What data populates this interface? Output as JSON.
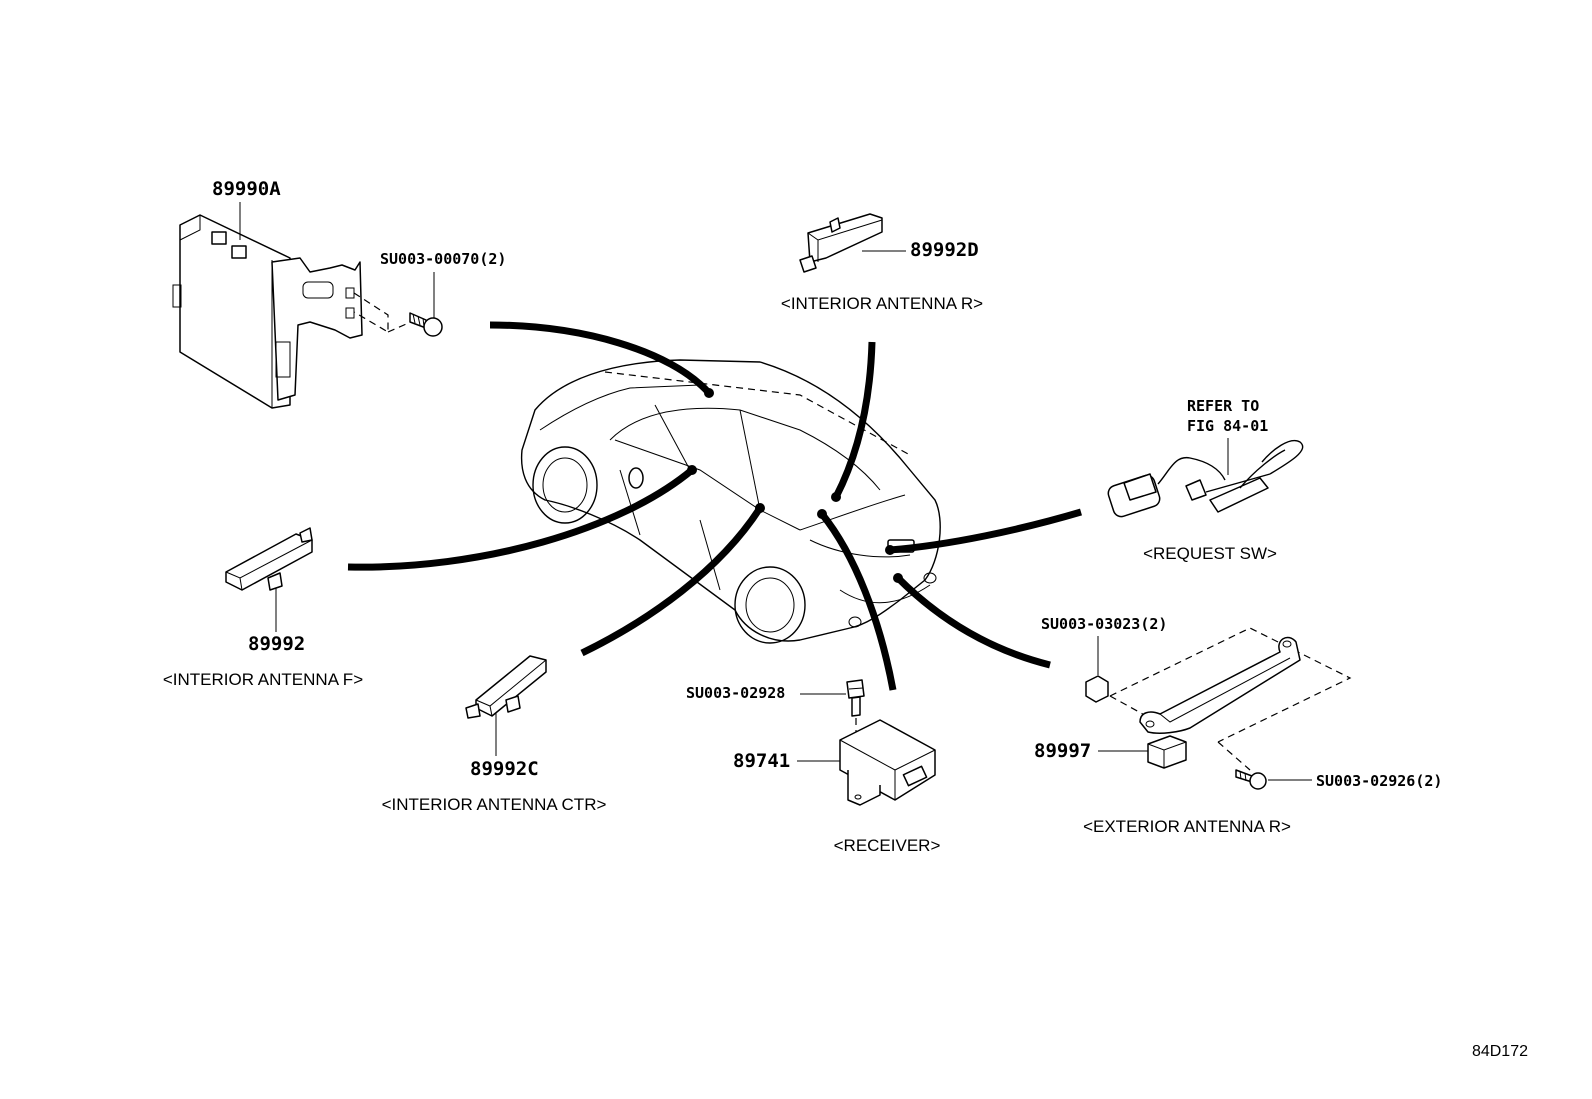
{
  "figure_code": "84D172",
  "parts": {
    "ecu": {
      "part_no": "89990A"
    },
    "ecu_bolt": {
      "part_no": "SU003-00070(2)"
    },
    "interior_antenna_r": {
      "part_no": "89992D",
      "caption": "<INTERIOR ANTENNA R>"
    },
    "interior_antenna_f": {
      "part_no": "89992",
      "caption": "<INTERIOR ANTENNA F>"
    },
    "interior_antenna_ctr": {
      "part_no": "89992C",
      "caption": "<INTERIOR ANTENNA CTR>"
    },
    "request_sw": {
      "note_line1": "REFER TO",
      "note_line2": "FIG 84-01",
      "caption": "<REQUEST SW>"
    },
    "receiver": {
      "part_no": "89741",
      "bolt_no": "SU003-02928",
      "caption": "<RECEIVER>"
    },
    "exterior_antenna_r": {
      "part_no": "89997",
      "nut_no": "SU003-03023(2)",
      "screw_no": "SU003-02926(2)",
      "caption": "<EXTERIOR ANTENNA R>"
    }
  }
}
